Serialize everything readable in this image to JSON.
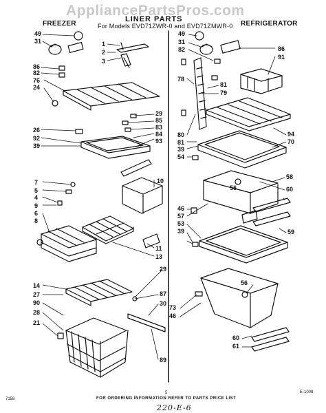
{
  "watermark": "AppliancePartsPros.com",
  "title": "LINER PARTS",
  "subtitle": "For Models EVD71ZWR-0 and EVD71ZMWR-0",
  "section_left": "FREEZER",
  "section_right": "REFRIGERATOR",
  "footer_note": "FOR ORDERING INFORMATION REFER TO PARTS PRICE LIST",
  "footer_code": "7158",
  "page_number": "5",
  "ref_number": "E-1008",
  "handwritten": "220-E-6",
  "callouts": {
    "l49": "49",
    "l31": "31",
    "l86": "86",
    "l82": "82",
    "l76": "76",
    "l24": "24",
    "l1": "1",
    "l2": "2",
    "l3": "3",
    "l29a": "29",
    "l85": "85",
    "l83": "83",
    "l84": "84",
    "l93": "93",
    "l26": "26",
    "l92": "92",
    "l39a": "39",
    "l10": "10",
    "l7": "7",
    "l5": "5",
    "l4": "4",
    "l9": "9",
    "l6": "6",
    "l8": "8",
    "l11": "11",
    "l13": "13",
    "l29b": "29",
    "l14": "14",
    "l27": "27",
    "l90": "90",
    "l28": "28",
    "l21": "21",
    "l87": "87",
    "l30": "30",
    "l89": "89",
    "r49": "49",
    "r31": "31",
    "r82": "82",
    "r86": "86",
    "r91": "91",
    "r78": "78",
    "r81a": "81",
    "r79": "79",
    "r80": "80",
    "r81b": "81",
    "r39a": "39",
    "r54": "54",
    "r94": "94",
    "r70": "70",
    "r56a": "56",
    "r58": "58",
    "r60a": "60",
    "r46a": "46",
    "r57": "57",
    "r53": "53",
    "r39b": "39",
    "r59": "59",
    "r56b": "56",
    "r73": "73",
    "r46b": "46",
    "r60b": "60",
    "r61": "61"
  }
}
